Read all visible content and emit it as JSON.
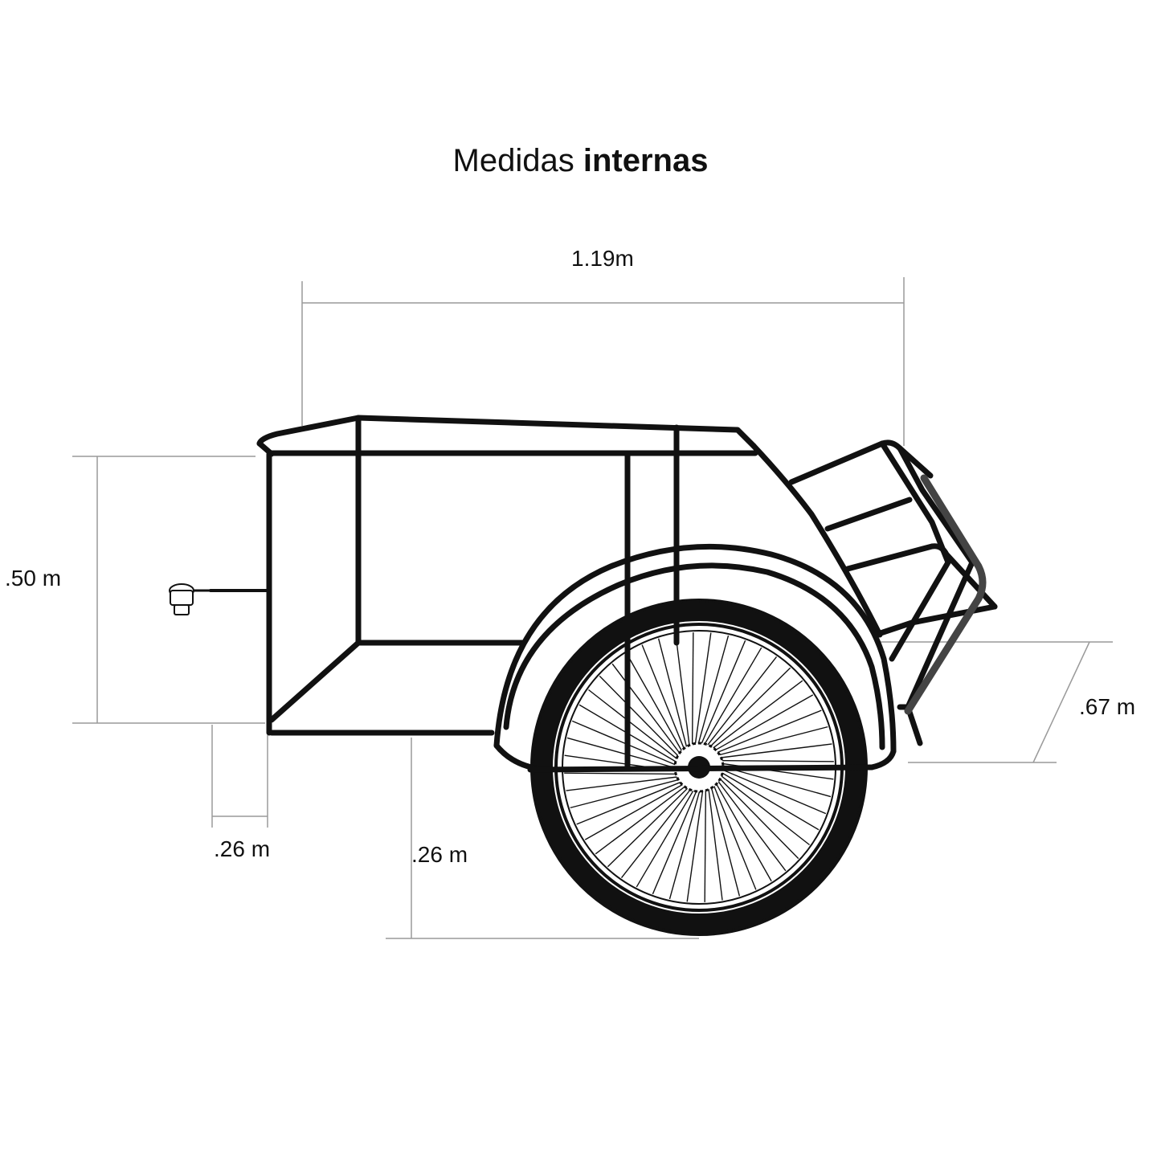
{
  "title": {
    "regular": "Medidas ",
    "bold": "internas"
  },
  "dimensions": {
    "width": "1.19m",
    "height": ".50 m",
    "depth": ".67 m",
    "hitch_length": ".26 m",
    "ground_clearance": ".26 m"
  },
  "colors": {
    "ink": "#111111",
    "dimension_line": "#9a9a9a",
    "background": "#ffffff",
    "handle": "#444444"
  }
}
